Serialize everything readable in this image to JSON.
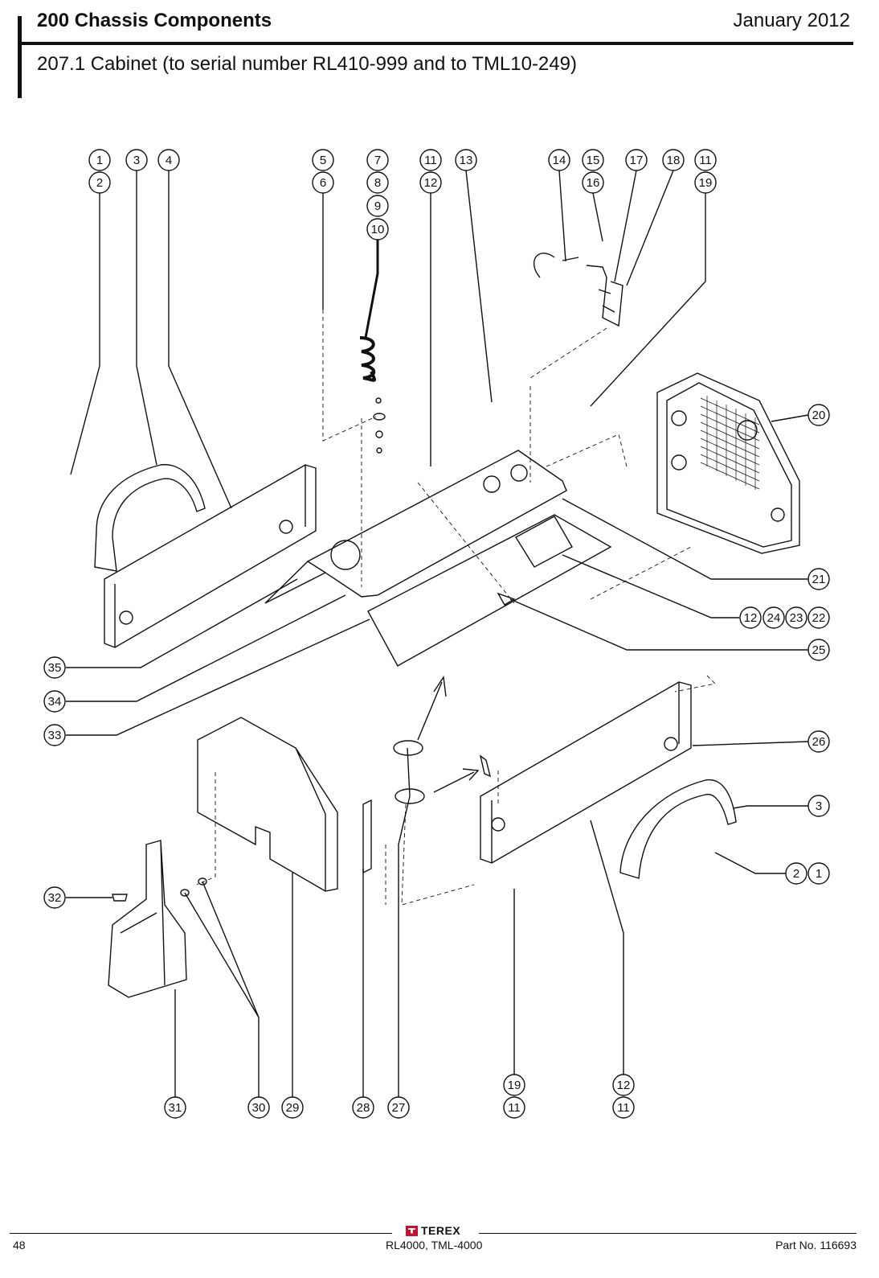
{
  "header": {
    "chapter_title": "200 Chassis Components",
    "date": "January 2012",
    "section_title": "207.1 Cabinet (to serial number RL410-999 and to TML10-249)"
  },
  "callouts": [
    "1",
    "2",
    "3",
    "4",
    "5",
    "6",
    "7",
    "8",
    "9",
    "10",
    "11",
    "12",
    "13",
    "14",
    "15",
    "16",
    "17",
    "18",
    "11",
    "19",
    "20",
    "21",
    "12",
    "24",
    "23",
    "22",
    "25",
    "35",
    "34",
    "33",
    "26",
    "3",
    "2",
    "1",
    "32",
    "19",
    "11",
    "12",
    "11",
    "31",
    "30",
    "29",
    "28",
    "27"
  ],
  "footer": {
    "page_number": "48",
    "models": "RL4000, TML-4000",
    "part_number": "Part No. 116693",
    "logo_text": "TEREX"
  },
  "colors": {
    "logo_red": "#c8102e",
    "ink": "#111111"
  }
}
